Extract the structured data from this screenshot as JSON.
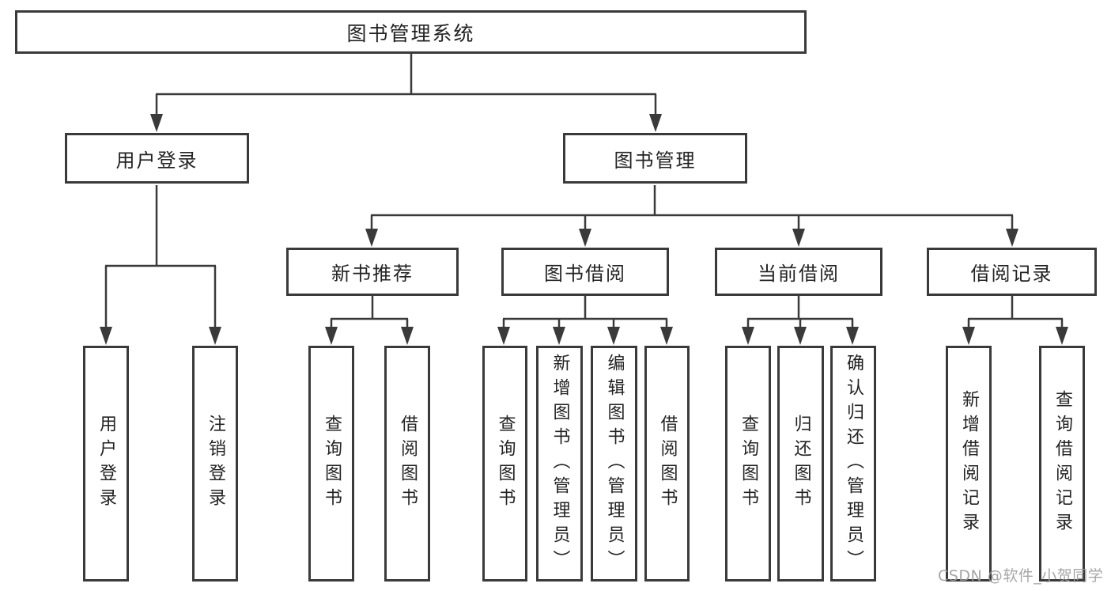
{
  "watermark": "CSDN @软件_小贺同学",
  "colors": {
    "line": "#3a3a3a",
    "box_border": "#3a3a3a",
    "text": "#232323",
    "watermark": "#9f9f9f",
    "background": "#ffffff"
  },
  "tree": {
    "label": "图书管理系统",
    "children": [
      {
        "label": "用户登录",
        "children": [
          {
            "label": "用户登录"
          },
          {
            "label": "注销登录"
          }
        ]
      },
      {
        "label": "图书管理",
        "children": [
          {
            "label": "新书推荐",
            "children": [
              {
                "label": "查询图书"
              },
              {
                "label": "借阅图书"
              }
            ]
          },
          {
            "label": "图书借阅",
            "children": [
              {
                "label": "查询图书"
              },
              {
                "label": "新增图书（管理员）"
              },
              {
                "label": "编辑图书（管理员）"
              },
              {
                "label": "借阅图书"
              }
            ]
          },
          {
            "label": "当前借阅",
            "children": [
              {
                "label": "查询图书"
              },
              {
                "label": "归还图书"
              },
              {
                "label": "确认归还（管理员）"
              }
            ]
          },
          {
            "label": "借阅记录",
            "children": [
              {
                "label": "新增借阅记录"
              },
              {
                "label": "查询借阅记录"
              }
            ]
          }
        ]
      }
    ]
  }
}
